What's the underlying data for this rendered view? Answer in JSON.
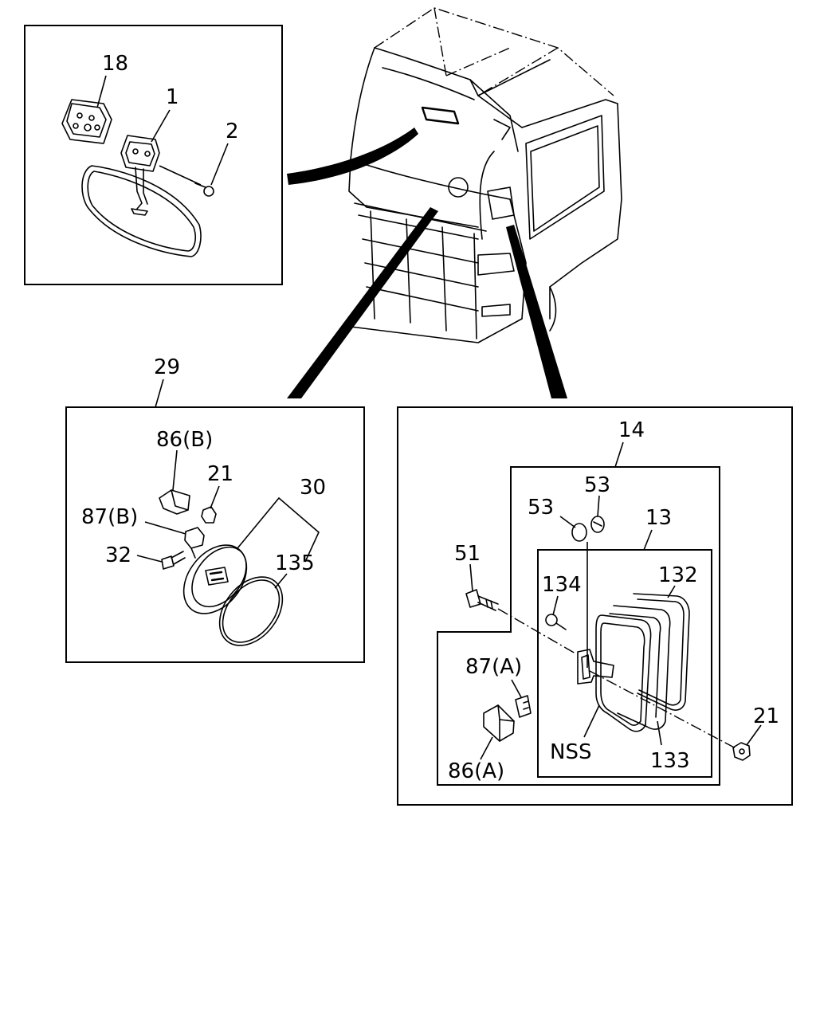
{
  "labels": {
    "p18": "18",
    "p1": "1",
    "p2": "2",
    "p29": "29",
    "p86b": "86(B)",
    "p21a": "21",
    "p30": "30",
    "p87b": "87(B)",
    "p32": "32",
    "p135": "135",
    "p14": "14",
    "p53a": "53",
    "p53b": "53",
    "p13": "13",
    "p51": "51",
    "p134": "134",
    "p132": "132",
    "p87a": "87(A)",
    "p21b": "21",
    "nss": "NSS",
    "p133": "133",
    "p86a": "86(A)"
  }
}
